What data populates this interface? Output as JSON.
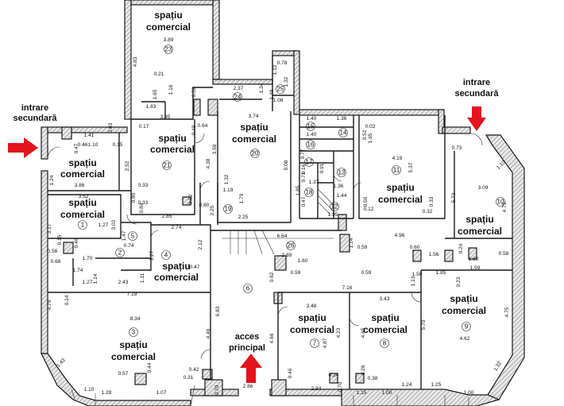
{
  "annotations": {
    "entrance_secondary_left": [
      "intrare",
      "secundară"
    ],
    "entrance_secondary_right": [
      "intrare",
      "secundară"
    ],
    "main_access": [
      "acces",
      "principal"
    ]
  },
  "colors": {
    "arrow": "#e3141c",
    "wall": "#cfcfcf",
    "line": "#1a1a1a"
  },
  "spaces": [
    {
      "id": "23",
      "label": [
        "spațiu",
        "comercial"
      ]
    },
    {
      "id": "20",
      "label": [
        "spațiu",
        "comercial"
      ]
    },
    {
      "id": "21",
      "label": [
        "spațiu",
        "comercial"
      ]
    },
    {
      "id": "22",
      "label": [
        "spațiu",
        "comercial"
      ]
    },
    {
      "id": "1",
      "label": [
        "spațiu",
        "comercial"
      ]
    },
    {
      "id": "4",
      "label": [
        "spațiu",
        "comercial"
      ]
    },
    {
      "id": "11",
      "label": [
        "spațiu",
        "comercial"
      ]
    },
    {
      "id": "10",
      "label": [
        "spațiu",
        "comercial"
      ]
    },
    {
      "id": "9",
      "label": [
        "spațiu",
        "comercial"
      ]
    },
    {
      "id": "3",
      "label": [
        "spațiu",
        "comercial"
      ]
    },
    {
      "id": "7",
      "label": [
        "spațiu",
        "comercial"
      ]
    },
    {
      "id": "8",
      "label": [
        "spațiu",
        "comercial"
      ]
    }
  ],
  "room_numbers": [
    "23",
    "24",
    "25",
    "20",
    "21",
    "19",
    "1",
    "5",
    "4",
    "2",
    "3",
    "6",
    "26",
    "7",
    "8",
    "9",
    "10",
    "11",
    "12",
    "13",
    "14",
    "15",
    "16",
    "17",
    "18"
  ],
  "dimensions": [
    "3.89",
    "4.83",
    "0.21",
    "1.83",
    "1.65",
    "1.16",
    "0.52",
    "2.37",
    "1.34",
    "3.35",
    "0.78",
    "1.12",
    "1.48",
    "1.08",
    "1.32",
    "3.74",
    "0.64",
    "0.48",
    "3.59",
    "4.38",
    "5.08",
    "1.41",
    "0.46",
    "0.47",
    "1.10",
    "0.15",
    "0.17",
    "0.83",
    "2.52",
    "1.24",
    "3.86",
    "0.33",
    "0.80",
    "0.33",
    "3.52",
    "0.84",
    "2.85",
    "0.52",
    "0.80",
    "1.19",
    "1.32",
    "2.25",
    "1.79",
    "2.25",
    "3.17",
    "0.15",
    "0.46",
    "0.56",
    "0.68",
    "1.27",
    "3.02",
    "1.47",
    "0.74",
    "1.70",
    "2.74",
    "2.12",
    "3.27",
    "0.47",
    "1.74",
    "1.14",
    "1.27",
    "2.43",
    "1.11",
    "7.19",
    "4.79",
    "0.14",
    "8.34",
    "4.46",
    "6.83",
    "0.42",
    "0.31",
    "0.57",
    "0.44",
    "1.43",
    "1.10",
    "1.28",
    "1.07",
    "0.70",
    "2.86",
    "6.64",
    "2.89",
    "1.60",
    "0.62",
    "0.59",
    "1.24",
    "0.59",
    "0.59",
    "4.96",
    "7.16",
    "3.48",
    "3.43",
    "1.13",
    "0.60",
    "1.56",
    "0.24",
    "1.60",
    "0.58",
    "1.85",
    "0.23",
    "1.59",
    "5.70",
    "4.62",
    "4.75",
    "4.75",
    "3.09",
    "1.10",
    "5.73",
    "0.73",
    "1.50",
    "4.66",
    "4.87",
    "4.23",
    "4.45",
    "0.46",
    "0.24",
    "0.26",
    "0.38",
    "2.84",
    "0.70",
    "1.15",
    "1.00",
    "1.24",
    "1.25",
    "1.00",
    "1.32",
    "1.40",
    "1.36",
    "1.40",
    "0.02",
    "0.52",
    "0.77",
    "0.16",
    "0.91",
    "0.71",
    "1.37",
    "1.36",
    "1.44",
    "1.95",
    "1.85",
    "0.47",
    "4.19",
    "5.37",
    "0.50",
    "0.12",
    "0.32",
    "0.33",
    "1.65"
  ]
}
